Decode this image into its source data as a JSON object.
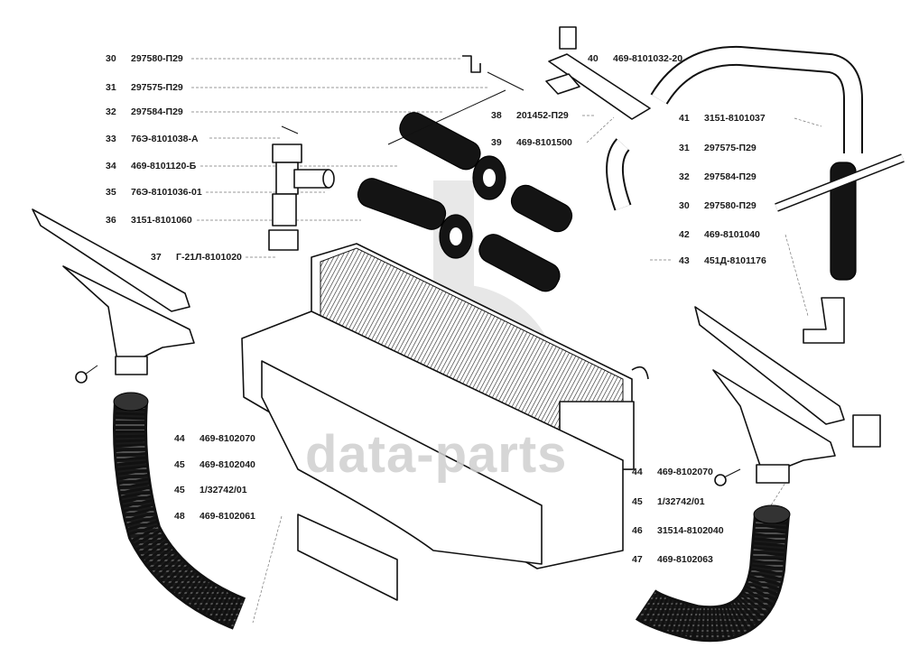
{
  "diagram": {
    "title": "Heater core assembly – exploded parts view",
    "watermark": "data-parts",
    "callouts_left": [
      {
        "num": "30",
        "part": "297580-П29"
      },
      {
        "num": "31",
        "part": "297575-П29"
      },
      {
        "num": "32",
        "part": "297584-П29"
      },
      {
        "num": "33",
        "part": "76Э-8101038-А"
      },
      {
        "num": "34",
        "part": "469-8101120-Б"
      },
      {
        "num": "35",
        "part": "76Э-8101036-01"
      },
      {
        "num": "36",
        "part": "3151-8101060"
      },
      {
        "num": "37",
        "part": "Г-21Л-8101020"
      }
    ],
    "callouts_left_bottom": [
      {
        "num": "44",
        "part": "469-8102070"
      },
      {
        "num": "45",
        "part": "469-8102040"
      },
      {
        "num": "45",
        "part": "1/32742/01"
      },
      {
        "num": "48",
        "part": "469-8102061"
      }
    ],
    "callouts_center": [
      {
        "num": "38",
        "part": "201452-П29"
      },
      {
        "num": "39",
        "part": "469-8101500"
      },
      {
        "num": "40",
        "part": "469-8101032-20"
      }
    ],
    "callouts_right": [
      {
        "num": "41",
        "part": "3151-8101037"
      },
      {
        "num": "31",
        "part": "297575-П29"
      },
      {
        "num": "32",
        "part": "297584-П29"
      },
      {
        "num": "30",
        "part": "297580-П29"
      },
      {
        "num": "42",
        "part": "469-8101040"
      },
      {
        "num": "43",
        "part": "451Д-8101176"
      }
    ],
    "callouts_right_bottom": [
      {
        "num": "44",
        "part": "469-8102070"
      },
      {
        "num": "45",
        "part": "1/32742/01"
      },
      {
        "num": "46",
        "part": "31514-8102040"
      },
      {
        "num": "47",
        "part": "469-8102063"
      }
    ]
  }
}
